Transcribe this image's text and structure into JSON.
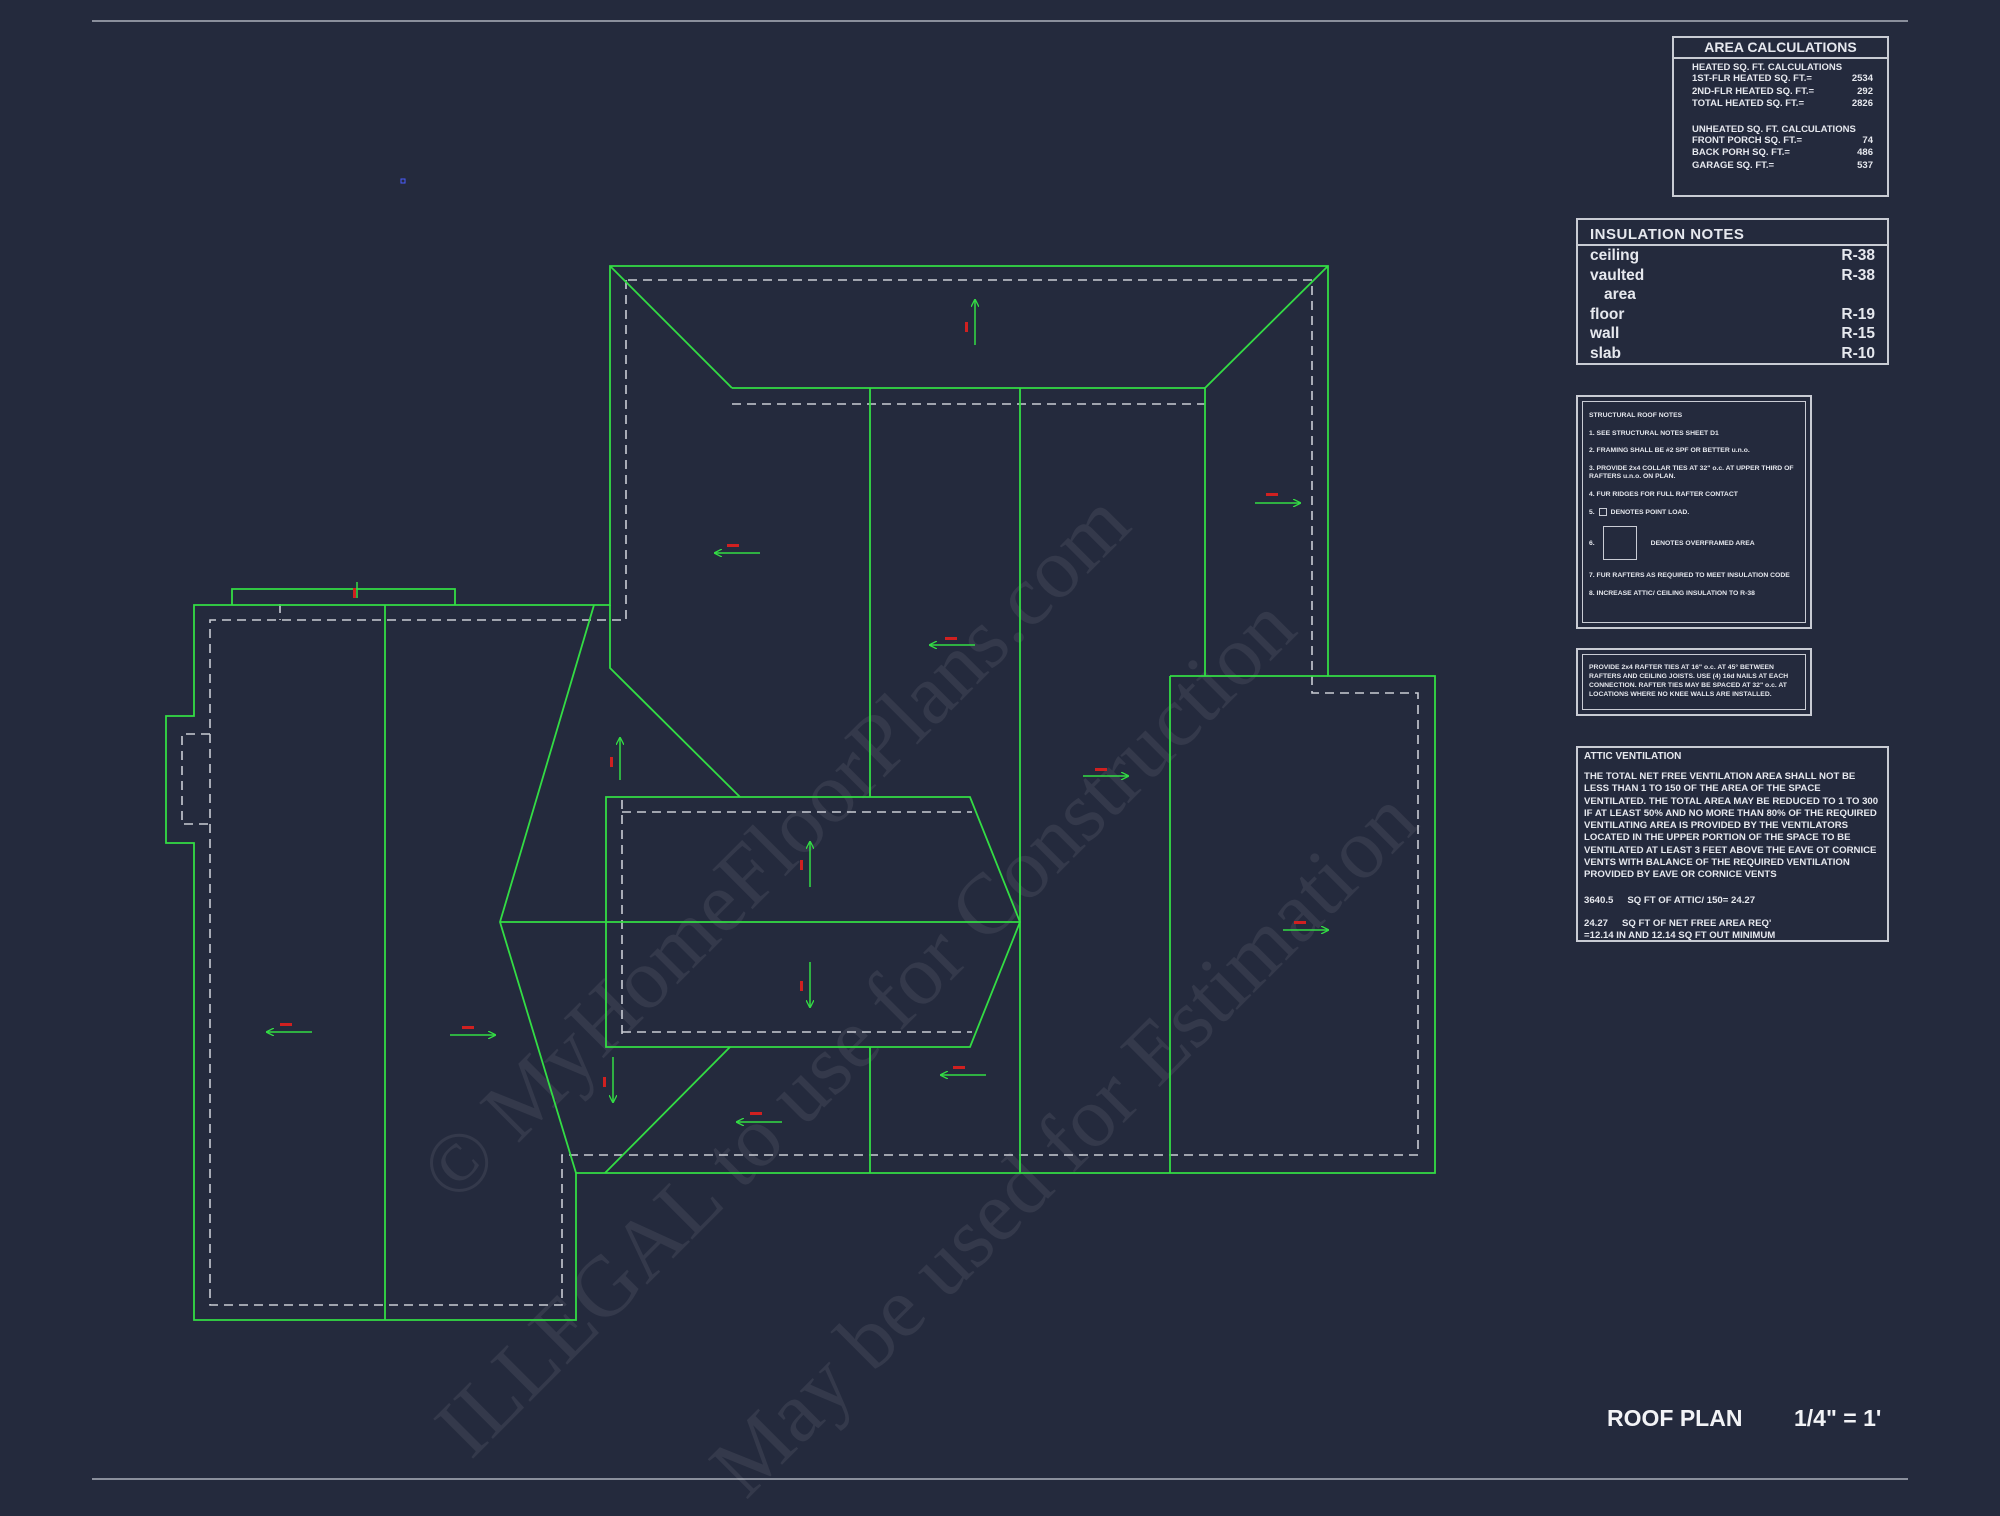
{
  "watermark": {
    "line1": "© MyHomeFloorPlans.com",
    "line2": "ILLEGAL to use for Construction",
    "line3": "May be used for Estimation"
  },
  "area_calculations": {
    "title": "AREA CALCULATIONS",
    "heated_header": "HEATED SQ. FT. CALCULATIONS",
    "heated_rows": [
      {
        "label": "1ST-FLR HEATED SQ. FT.=",
        "value": "2534"
      },
      {
        "label": "2ND-FLR HEATED SQ. FT.=",
        "value": "292"
      },
      {
        "label": "TOTAL HEATED SQ. FT.=",
        "value": "2826"
      }
    ],
    "unheated_header": "UNHEATED SQ. FT. CALCULATIONS",
    "unheated_rows": [
      {
        "label": "FRONT PORCH SQ. FT.=",
        "value": "74"
      },
      {
        "label": "BACK PORH SQ. FT.=",
        "value": "486"
      },
      {
        "label": "GARAGE SQ. FT.=",
        "value": "537"
      }
    ]
  },
  "insulation_notes": {
    "title": "INSULATION  NOTES",
    "rows": [
      {
        "label": "ceiling",
        "value": "R-38"
      },
      {
        "label": "vaulted",
        "value": "R-38"
      },
      {
        "label": "area",
        "value": ""
      },
      {
        "label": "floor",
        "value": "R-19"
      },
      {
        "label": "wall",
        "value": "R-15"
      },
      {
        "label": "slab",
        "value": "R-10"
      }
    ]
  },
  "structural_notes": {
    "title": "STRUCTURAL ROOF NOTES",
    "n1": "1. SEE STRUCTURAL NOTES SHEET D1",
    "n2": "2. FRAMING SHALL BE #2 SPF OR BETTER u.n.o.",
    "n3": "3. PROVIDE 2x4 COLLAR TIES AT 32\" o.c. AT UPPER THIRD OF RAFTERS u.n.o. ON PLAN.",
    "n4": "4. FUR RIDGES FOR FULL RAFTER CONTACT",
    "n5_num": "5.",
    "n5_text": "DENOTES POINT LOAD.",
    "n6_num": "6.",
    "n6_text": "DENOTES OVERFRAMED AREA",
    "n7": "7. FUR RAFTERS AS REQUIRED TO MEET INSULATION CODE",
    "n8": "8. INCREASE ATTIC/ CEILING INSULATION TO R-38"
  },
  "rafter_note": "PROVIDE 2x4 RAFTER TIES AT 16\" o.c. AT 45° BETWEEN RAFTERS AND CEILING JOISTS.  USE (4) 16d NAILS AT EACH CONNECTION.  RAFTER TIES MAY BE SPACED AT 32\" o.c. AT LOCATIONS WHERE NO KNEE WALLS ARE INSTALLED.",
  "attic_ventilation": {
    "title": "ATTIC VENTILATION",
    "body": "THE TOTAL NET FREE VENTILATION AREA SHALL NOT BE LESS THAN 1 TO 150 OF THE AREA OF THE SPACE VENTILATED. THE TOTAL AREA MAY BE REDUCED TO 1 TO 300 IF AT LEAST 50% AND NO MORE THAN 80% OF THE REQUIRED VENTILATING AREA IS PROVIDED BY THE VENTILATORS LOCATED IN THE UPPER PORTION OF THE SPACE TO BE VENTILATED AT LEAST  3 FEET ABOVE THE EAVE OT CORNICE VENTS WITH BALANCE OF THE REQUIRED VENTILATION PROVIDED BY EAVE OR CORNICE VENTS",
    "calc1_num": "3640.5",
    "calc1_text": "SQ FT OF ATTIC/ 150= 24.27",
    "calc2_num": "24.27",
    "calc2_text": "SQ FT OF NET FREE AREA REQ'",
    "calc2_line2": "=12.14 IN AND 12.14 SQ FT OUT MINIMUM"
  },
  "plan_title": "ROOF PLAN",
  "plan_scale": "1/4\" = 1'",
  "colors": {
    "background": "#242a3d",
    "roof_line": "#33dd44",
    "dashed_line": "#c9ccd4",
    "pitch_label": "#d02020",
    "text": "#e6e8ee"
  }
}
